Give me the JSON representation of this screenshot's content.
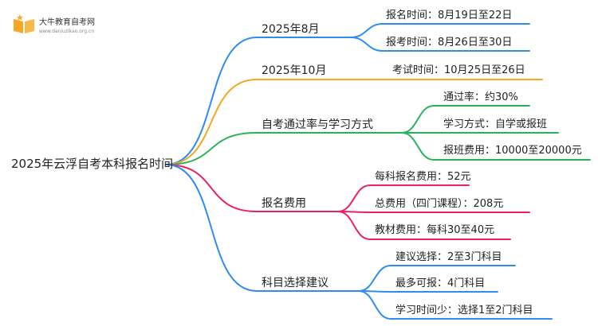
{
  "logo": {
    "title": "大牛教育自考网",
    "url": "www.daniuzikao.org.cn",
    "icon": "open-book-icon",
    "colors": {
      "book": "#f5a623",
      "star": "#f5a623"
    }
  },
  "root": {
    "label": "2025年云浮自考本科报名时间"
  },
  "branches": [
    {
      "id": "aug",
      "label": "2025年8月",
      "color": "#2f8bf0",
      "children": [
        {
          "label": "报名时间：8月19日至22日"
        },
        {
          "label": "报考时间：8月26日至30日"
        }
      ]
    },
    {
      "id": "oct",
      "label": "2025年10月",
      "color": "#f0a820",
      "children": [
        {
          "label": "考试时间：10月25日至26日"
        }
      ]
    },
    {
      "id": "rate",
      "label": "自考通过率与学习方式",
      "color": "#27b35a",
      "children": [
        {
          "label": "通过率：约30%"
        },
        {
          "label": "学习方式：自学或报班"
        },
        {
          "label": "报班费用：10000至20000元"
        }
      ]
    },
    {
      "id": "fee",
      "label": "报名费用",
      "color": "#e8206a",
      "children": [
        {
          "label": "每科报名费用：52元"
        },
        {
          "label": "总费用（四门课程）：208元"
        },
        {
          "label": "教材费用：每科30至40元"
        }
      ]
    },
    {
      "id": "subj",
      "label": "科目选择建议",
      "color": "#2f8bf0",
      "children": [
        {
          "label": "建议选择：2至3门科目"
        },
        {
          "label": "最多可报：4门科目"
        },
        {
          "label": "学习时间少：选择1至2门科目"
        }
      ]
    }
  ]
}
